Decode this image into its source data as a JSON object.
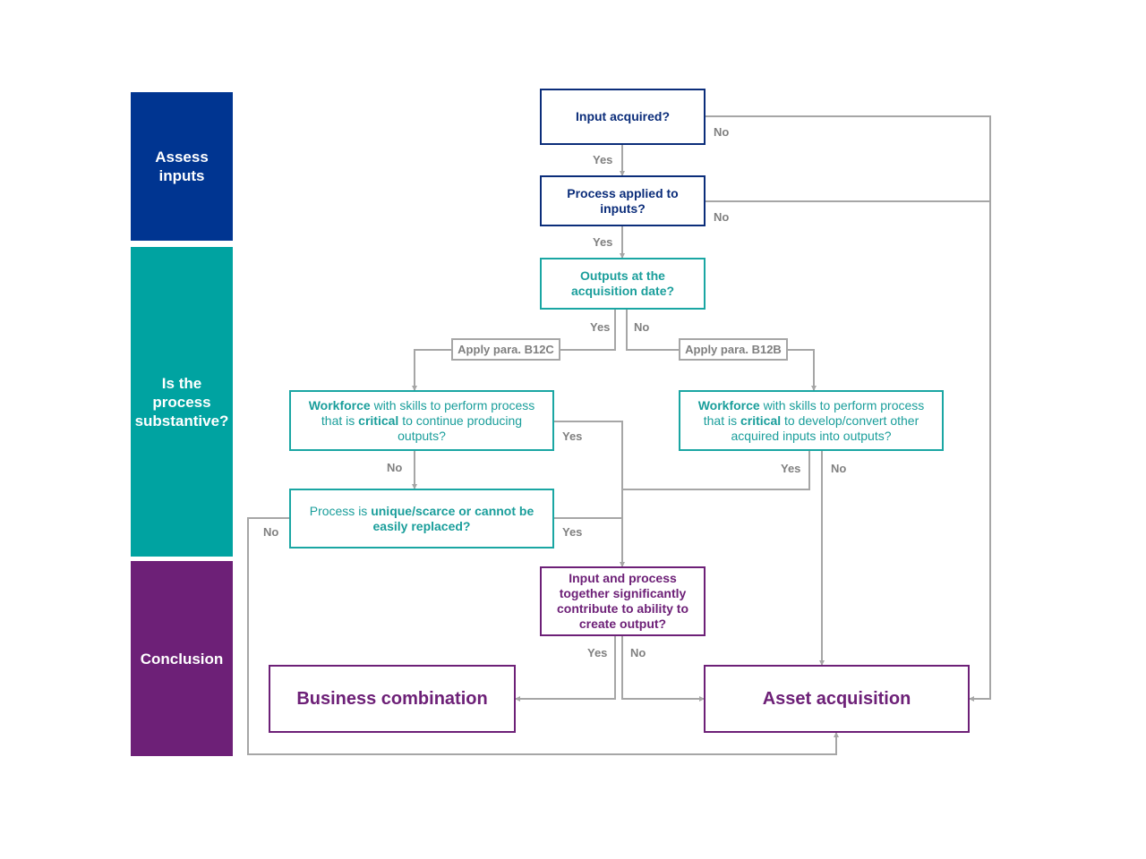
{
  "bands": {
    "assess_inputs": "Assess inputs",
    "substantive": "Is the process substantive?",
    "conclusion": "Conclusion"
  },
  "nodes": {
    "input_acquired": "Input acquired?",
    "process_applied": "Process applied to inputs?",
    "outputs_at_date": "Outputs at the acquisition date?",
    "apply_b12c": "Apply para. B12C",
    "apply_b12b": "Apply para. B12B",
    "workforce_left": {
      "bold1": "Workforce",
      "text1": " with skills to perform process that is ",
      "bold2": "critical",
      "text2": " to continue producing outputs?"
    },
    "workforce_right": {
      "bold1": "Workforce",
      "text1": " with skills to perform process that is ",
      "bold2": "critical",
      "text2": " to develop/convert other acquired inputs into outputs?"
    },
    "unique_scarce": {
      "text1": "Process is ",
      "bold1": "unique/scarce or cannot be easily replaced?"
    },
    "input_and_process": "Input and process together significantly contribute to ability to create output?",
    "business_combination": "Business combination",
    "asset_acquisition": "Asset acquisition"
  },
  "edge_labels": {
    "input_no": "No",
    "input_yes": "Yes",
    "process_no": "No",
    "process_yes": "Yes",
    "outputs_yes": "Yes",
    "outputs_no": "No",
    "wf_left_yes": "Yes",
    "wf_left_no": "No",
    "wf_right_yes": "Yes",
    "wf_right_no": "No",
    "unique_no": "No",
    "unique_yes": "Yes",
    "iap_yes": "Yes",
    "iap_no": "No"
  },
  "colors": {
    "assess": "#003591",
    "substantive": "#00a3a1",
    "conclusion": "#6d2077",
    "connector": "#a6a6a6"
  }
}
